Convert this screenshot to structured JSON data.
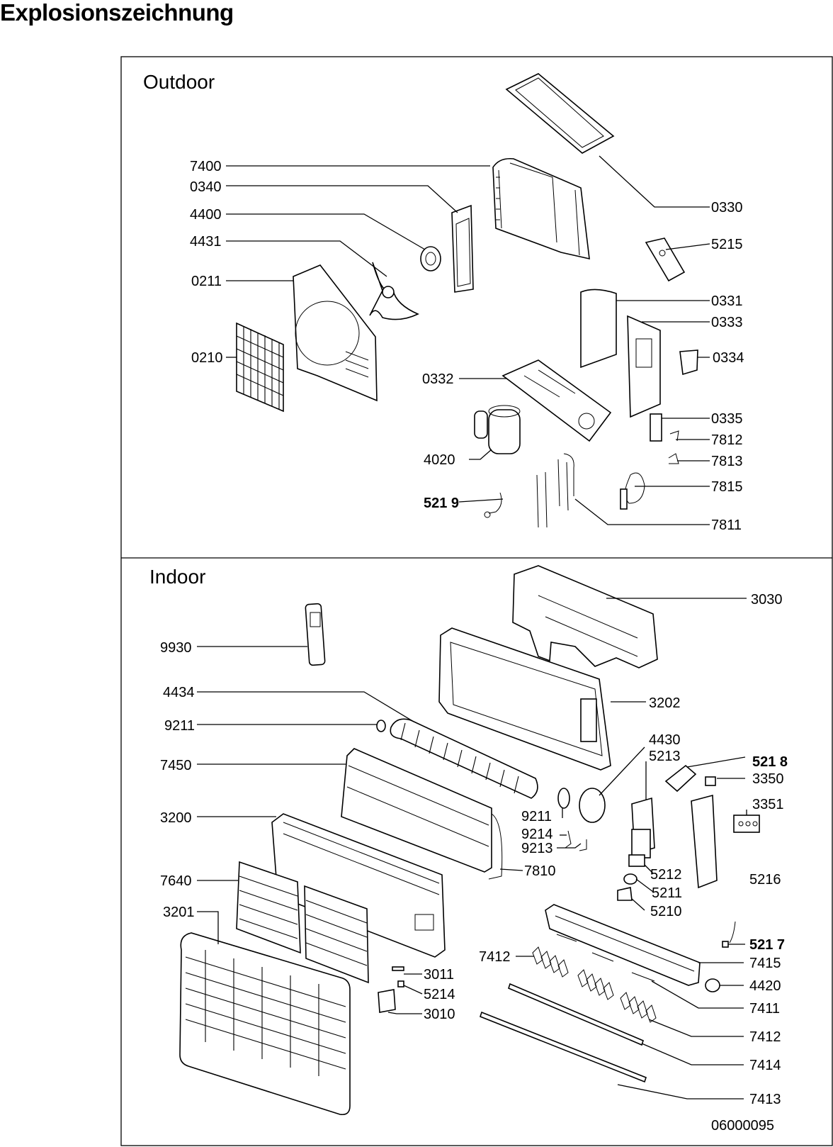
{
  "title": "Explosionszeichnung",
  "sections": {
    "outdoor": "Outdoor",
    "indoor": "Indoor"
  },
  "drawing_number": "06000095",
  "outdoor_parts": [
    "7400",
    "0340",
    "4400",
    "4431",
    "0211",
    "0210",
    "0330",
    "5215",
    "0331",
    "0333",
    "0334",
    "0332",
    "0335",
    "7812",
    "7813",
    "4020",
    "7815",
    "521 9",
    "7811"
  ],
  "indoor_parts": [
    "3030",
    "9930",
    "4434",
    "3202",
    "9211",
    "4430",
    "5213",
    "521 8",
    "3350",
    "7450",
    "3351",
    "9211",
    "9214",
    "9213",
    "3200",
    "7810",
    "5212",
    "5216",
    "5211",
    "7640",
    "5210",
    "3201",
    "521 7",
    "7412",
    "7415",
    "3011",
    "4420",
    "5214",
    "3010",
    "7411",
    "7412",
    "7414",
    "7413"
  ]
}
